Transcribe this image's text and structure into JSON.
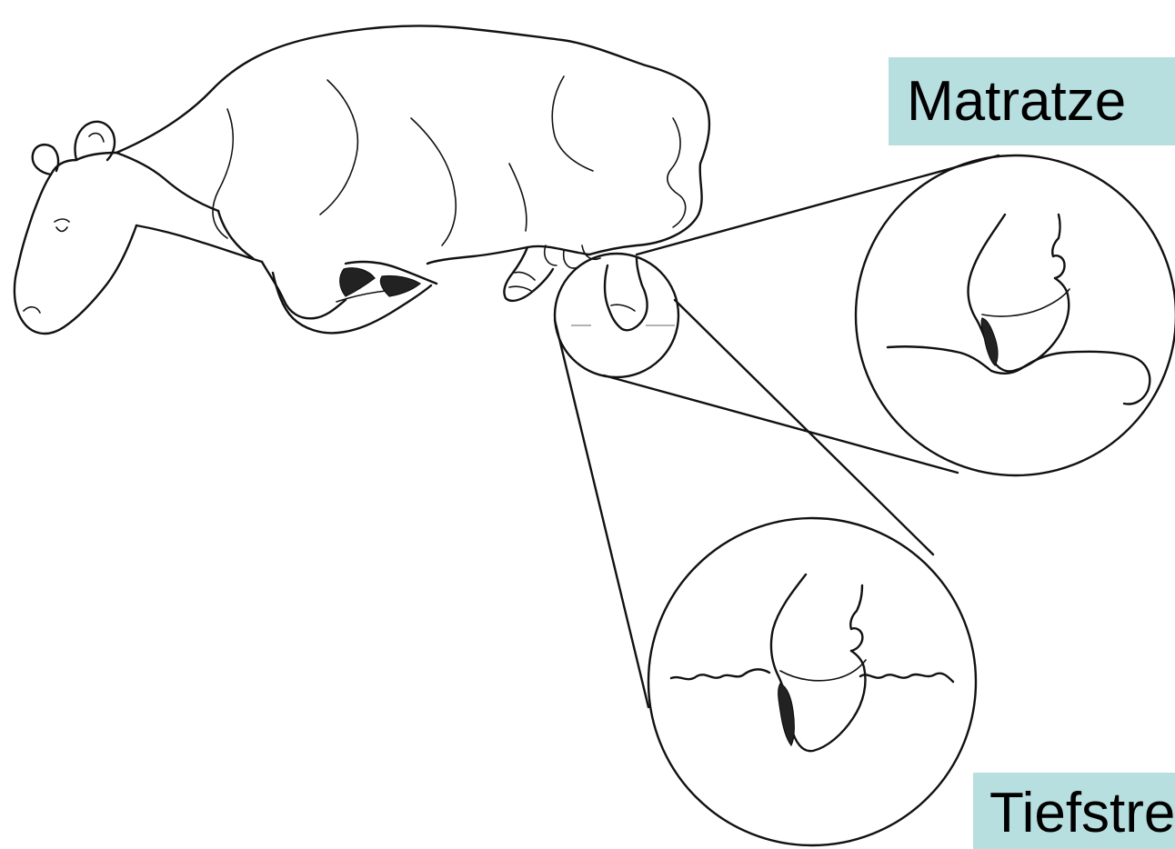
{
  "labels": {
    "mattress": "Matratze",
    "deep_litter": "Tiefstreu"
  },
  "colors": {
    "label_background": "#b7dfe0",
    "line": "#111111",
    "background": "#ffffff"
  },
  "figure": {
    "subject": "cow",
    "details": [
      "cow-illustration",
      "hoof-detail-circle",
      "mattress-detail-circle",
      "deep-litter-detail-circle"
    ]
  }
}
